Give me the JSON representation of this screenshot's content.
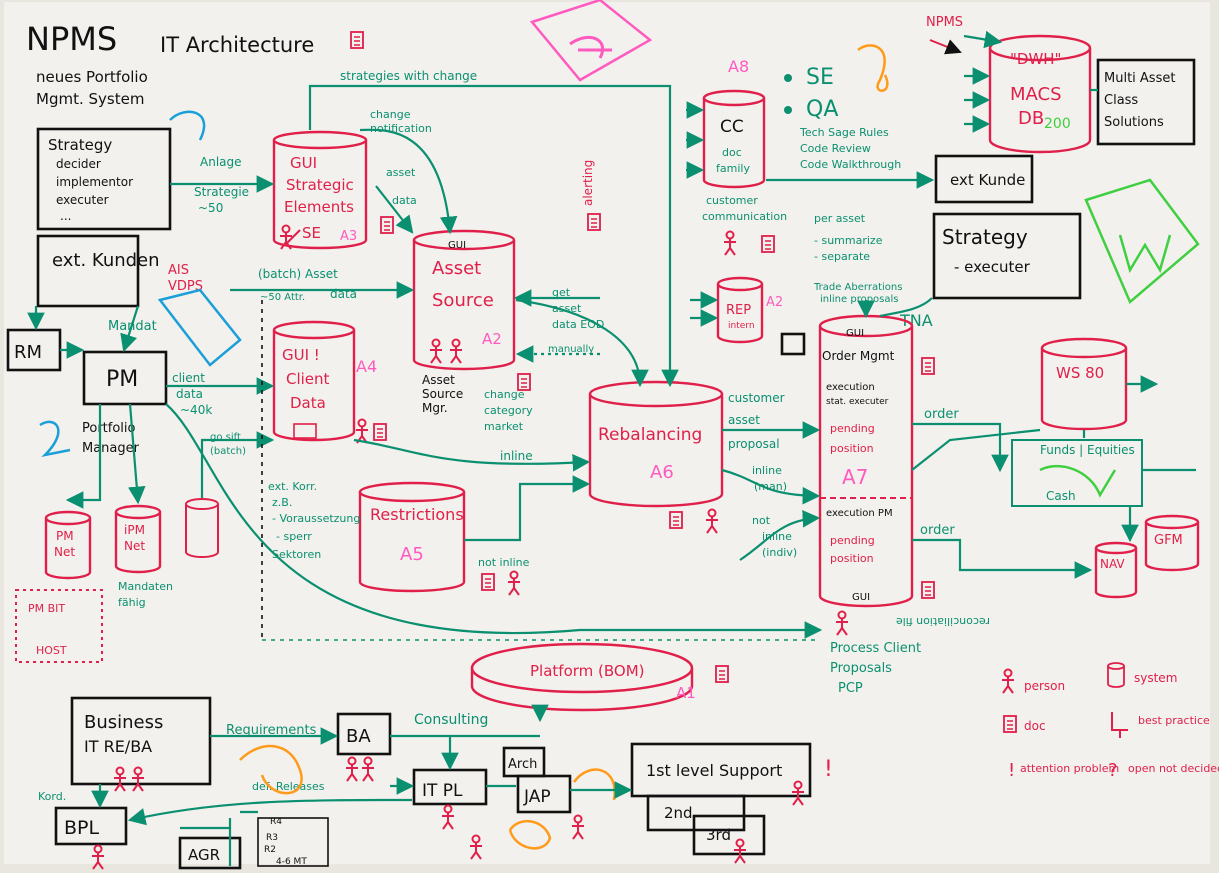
{
  "title": {
    "main": "NPMS",
    "sub": "IT Architecture"
  },
  "subtitle": [
    "neues Portfolio",
    "Mgmt. System"
  ],
  "strategy_box": {
    "title": "Strategy",
    "items": [
      "decider",
      "implementor",
      "executer"
    ],
    "more": "..."
  },
  "ext_kunden": "ext. Kunden",
  "rm": "RM",
  "pm": {
    "abbr": "PM",
    "label": [
      "Portfolio",
      "Manager"
    ]
  },
  "ais": [
    "AIS",
    "VDPS"
  ],
  "systems": {
    "gui_strategic": {
      "lines": [
        "GUI",
        "Strategic",
        "Elements"
      ],
      "owner": "SE",
      "tag": "A3"
    },
    "asset_source": {
      "lines": [
        "Asset",
        "Source"
      ],
      "tag": "A2",
      "caption": [
        "Asset",
        "Source",
        "Mgr."
      ]
    },
    "client_data": {
      "lines": [
        "GUI !",
        "Client",
        "Data"
      ],
      "tag": "A4"
    },
    "restrictions": {
      "label": "Restrictions",
      "tag": "A5"
    },
    "rebalancing": {
      "label": "Rebalancing",
      "tag": "A6"
    },
    "cc": {
      "lines": [
        "CC",
        "doc",
        "family"
      ],
      "tag": "A8"
    },
    "rep": {
      "lines": [
        "REP",
        "intern"
      ],
      "tag": "A2"
    },
    "order_mgmt": {
      "title": "Order Mgmt",
      "tag": "A7",
      "upper": [
        "execution",
        "stat. executer",
        "pending",
        "position"
      ],
      "lower": [
        "execution PM",
        "pending",
        "position"
      ]
    },
    "dwh": {
      "lines": [
        "\"DWH\"",
        "MACS",
        "DB"
      ]
    },
    "ws80": {
      "label": "WS 80"
    },
    "platform": {
      "label": "Platform (BOM)",
      "tag": "A1"
    },
    "pm_net": [
      "PM",
      "Net"
    ],
    "ipm_net": [
      "iPM",
      "Net"
    ],
    "nav": "NAV",
    "gfm": "GFM"
  },
  "se_qa": {
    "se": "SE",
    "qa": "QA",
    "bullets": [
      "Tech Sage Rules",
      "Code Review",
      "Code Walkthrough"
    ]
  },
  "ext_kunde": "ext Kunde",
  "strategy_executer": [
    "Strategy",
    "- executer"
  ],
  "multi_asset": [
    "Multi Asset",
    "Class",
    "Solutions"
  ],
  "npms_list": "NPMS",
  "labels": {
    "strategies_with_change": "strategies with change",
    "change_notification": [
      "change",
      "notification"
    ],
    "anlage_strategie": [
      "Anlage",
      "Strategie",
      "~50"
    ],
    "asset_data": [
      "asset",
      "data"
    ],
    "batch_asset_data": [
      "(batch) Asset",
      "data"
    ],
    "attr": "~50 Attr.",
    "get_asset_data": [
      "get",
      "asset",
      "data EOD"
    ],
    "manually": "manually",
    "client_data_40k": [
      "client",
      "data",
      "~40k"
    ],
    "mandat": "Mandat",
    "go_sift": [
      "go sift",
      "(batch)"
    ],
    "change_category": [
      "change",
      "category",
      "market"
    ],
    "inline": "inline",
    "not_inline": "not inline",
    "customer_asset_proposal": [
      "customer",
      "asset",
      "proposal"
    ],
    "inline_man": [
      "inline",
      "(man)"
    ],
    "not_inline_indiv": [
      "not",
      "inline",
      "(indiv)"
    ],
    "order": "order",
    "tna": "TNA",
    "per_asset": [
      "per asset",
      "- summarize",
      "- separate"
    ],
    "trade_line": [
      "Trade Aberrations",
      "inline proposals"
    ],
    "customer_communication": [
      "customer",
      "communication"
    ],
    "alerting": "alerting",
    "funds_equities": "Funds | Equities",
    "cash": "Cash",
    "reconciliation": "reconciliation file",
    "process_client": [
      "Process Client",
      "Proposals",
      "PCP"
    ],
    "kundenfaehig": [
      "Mandaten",
      "fähig"
    ],
    "host": "HOST",
    "pmbit": "PM BIT",
    "restr_notes": [
      "ext. Korr.",
      "z.B.",
      "- Voraussetzung",
      "- sperr",
      "Sektoren"
    ]
  },
  "bottom": {
    "business": [
      "Business",
      "IT RE/BA"
    ],
    "requirements": "Requirements",
    "ba": "BA",
    "consulting": "Consulting",
    "itpl": "IT PL",
    "arch": "Arch",
    "jap": "JAP",
    "support1": "1st level Support",
    "support2": "2nd",
    "support3": "3rd",
    "bpl": "BPL",
    "agr": "AGR",
    "kord": "Kord.",
    "def_releases": "def. Releases",
    "r_codes": [
      "R4",
      "R3",
      "R2",
      "4-6 MT"
    ]
  },
  "legend": [
    {
      "icon": "person-icon",
      "label": "person"
    },
    {
      "icon": "system-icon",
      "label": "system"
    },
    {
      "icon": "doc-icon",
      "label": "doc"
    },
    {
      "icon": "best-practice-icon",
      "label": "best practice"
    },
    {
      "icon": "attention-icon",
      "label": "attention problem"
    },
    {
      "icon": "open-icon",
      "label": "open not decided"
    }
  ]
}
